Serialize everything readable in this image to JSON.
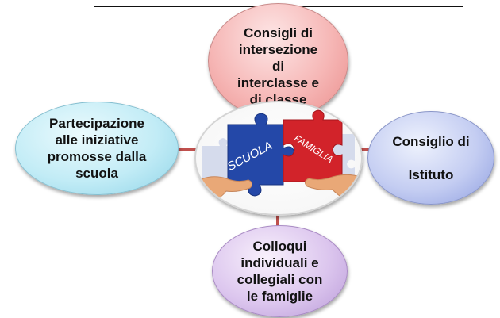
{
  "nodes": {
    "top": {
      "label": "Consigli di\nintersezione\ndi\ninterclasse e\ndi classe"
    },
    "left": {
      "label": "Partecipazione\nalle iniziative\npromosse dalla\nscuola"
    },
    "right": {
      "label": "Consiglio di\n\nIstituto"
    },
    "bottom": {
      "label": "Colloqui\nindividuali e\ncollegiali con\nle famiglie"
    },
    "center": {
      "image_description": "puzzle-pieces",
      "piece_left_text": "SCUOLA",
      "piece_right_text": "FAMIGLIA"
    }
  },
  "colors": {
    "connector": "#c0504d",
    "puzzle_blue": "#2448a8",
    "puzzle_red": "#d2232a",
    "puzzle_light": "#cfd6ea"
  }
}
